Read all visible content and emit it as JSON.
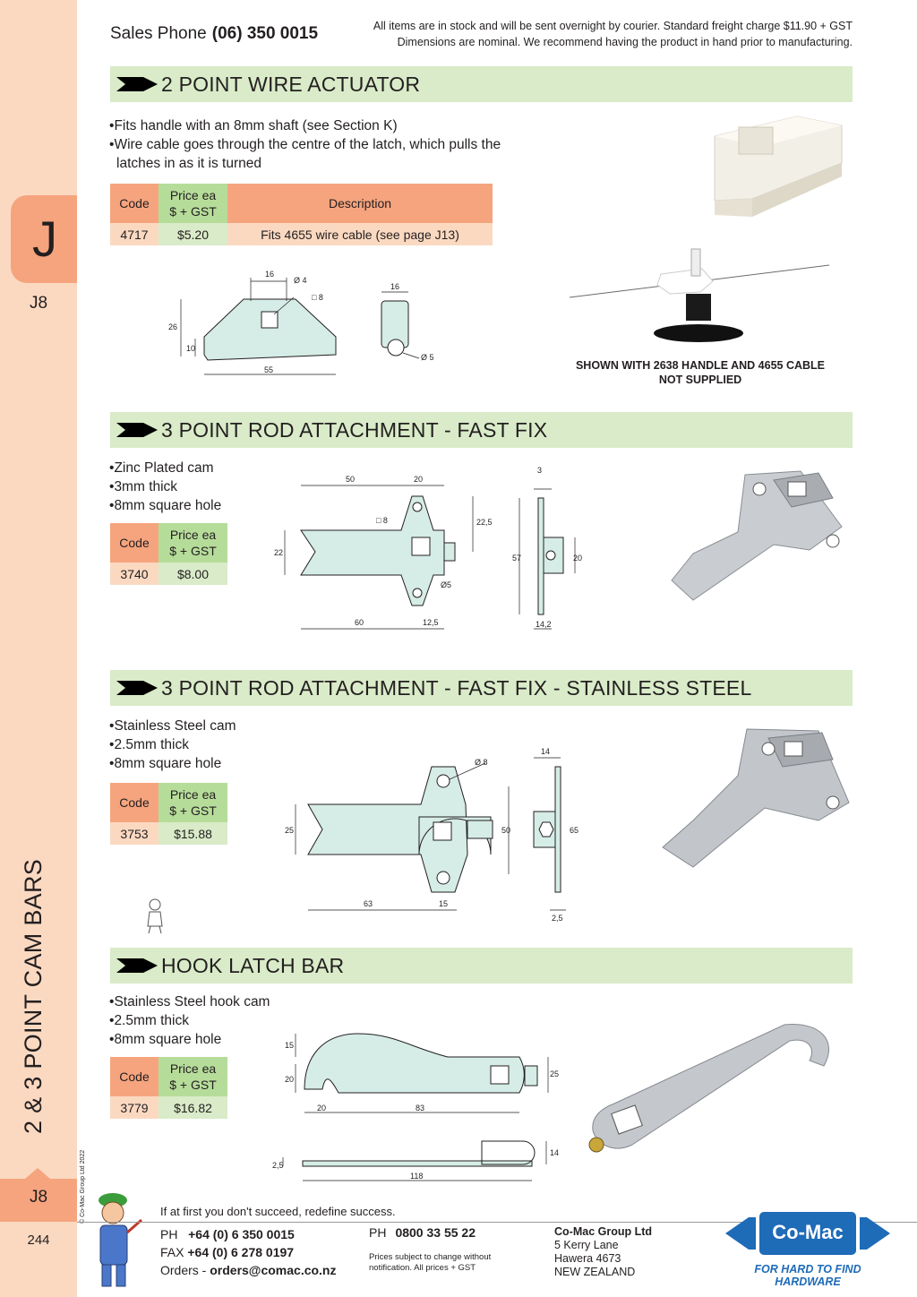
{
  "side": {
    "section_letter": "J",
    "page_code_top": "J8",
    "vertical_title": "2 & 3 POINT CAM BARS",
    "page_code_bottom": "J8",
    "page_number": "244",
    "copyright": "© Co-Mac Group Ltd 2022"
  },
  "header": {
    "sales_label": "Sales Phone",
    "sales_phone": "(06) 350 0015",
    "note_line1": "All items are in stock and will be sent overnight by courier. Standard freight charge $11.90 + GST",
    "note_line2": "Dimensions are nominal. We recommend having the product in hand prior to manufacturing."
  },
  "sections": [
    {
      "title": "2 POINT WIRE ACTUATOR",
      "bullets": [
        "Fits handle with an 8mm shaft (see Section K)",
        "Wire cable goes through the centre of the latch, which pulls the",
        "latches in as it is turned"
      ],
      "table": {
        "code_header": "Code",
        "price_header_1": "Price ea",
        "price_header_2": "$ + GST",
        "desc_header": "Description",
        "code": "4717",
        "price": "$5.20",
        "desc": "Fits 4655 wire cable (see page J13)"
      },
      "caption_1": "SHOWN WITH 2638 HANDLE AND 4655 CABLE",
      "caption_2": "NOT SUPPLIED",
      "dims": {
        "a": "16",
        "b": "Ø 4",
        "c": "□ 8",
        "d": "26",
        "e": "10",
        "f": "55",
        "g": "16",
        "h": "Ø 5"
      }
    },
    {
      "title": "3 POINT ROD ATTACHMENT - FAST FIX",
      "bullets": [
        "Zinc Plated cam",
        "3mm thick",
        "8mm square hole"
      ],
      "table": {
        "code_header": "Code",
        "price_header_1": "Price ea",
        "price_header_2": "$ + GST",
        "code": "3740",
        "price": "$8.00"
      },
      "dims": {
        "a": "50",
        "b": "20",
        "c": "□ 8",
        "d": "22,5",
        "e": "22",
        "f": "Ø5",
        "g": "60",
        "h": "12,5",
        "i": "3",
        "j": "57",
        "k": "20",
        "l": "14,2"
      }
    },
    {
      "title": "3 POINT ROD ATTACHMENT - FAST FIX - STAINLESS STEEL",
      "bullets": [
        "Stainless Steel cam",
        "2.5mm thick",
        "8mm square hole"
      ],
      "table": {
        "code_header": "Code",
        "price_header_1": "Price ea",
        "price_header_2": "$ + GST",
        "code": "3753",
        "price": "$15.88"
      },
      "dims": {
        "a": "Ø 8",
        "b": "25",
        "c": "50",
        "d": "63",
        "e": "15",
        "f": "14",
        "g": "65",
        "h": "2,5"
      }
    },
    {
      "title": "HOOK LATCH BAR",
      "bullets": [
        "Stainless Steel hook cam",
        "2.5mm thick",
        "8mm square hole"
      ],
      "table": {
        "code_header": "Code",
        "price_header_1": "Price ea",
        "price_header_2": "$ + GST",
        "code": "3779",
        "price": "$16.82"
      },
      "dims": {
        "a": "15",
        "b": "20",
        "c": "20",
        "d": "83",
        "e": "25",
        "f": "2,5",
        "g": "118",
        "h": "14"
      }
    }
  ],
  "footer": {
    "slogan": "If at first you don't succeed, redefine success.",
    "ph_label": "PH",
    "ph": "+64 (0) 6 350 0015",
    "fax_label": "FAX",
    "fax": "+64 (0) 6 278 0197",
    "orders_label": "Orders -",
    "orders": "orders@comac.co.nz",
    "ph2_label": "PH",
    "ph2": "0800 33 55 22",
    "disclaimer_1": "Prices subject to change without",
    "disclaimer_2": "notification. All prices + GST",
    "company": "Co-Mac Group Ltd",
    "address_1": "5 Kerry Lane",
    "address_2": "Hawera 4673",
    "address_3": "NEW ZEALAND",
    "logo_text": "Co-Mac",
    "tagline": "FOR HARD TO FIND HARDWARE"
  },
  "colors": {
    "green_bar": "#d9ebc8",
    "orange": "#f5a47e",
    "peach": "#fbd9c1",
    "blue": "#1e6bb8"
  }
}
